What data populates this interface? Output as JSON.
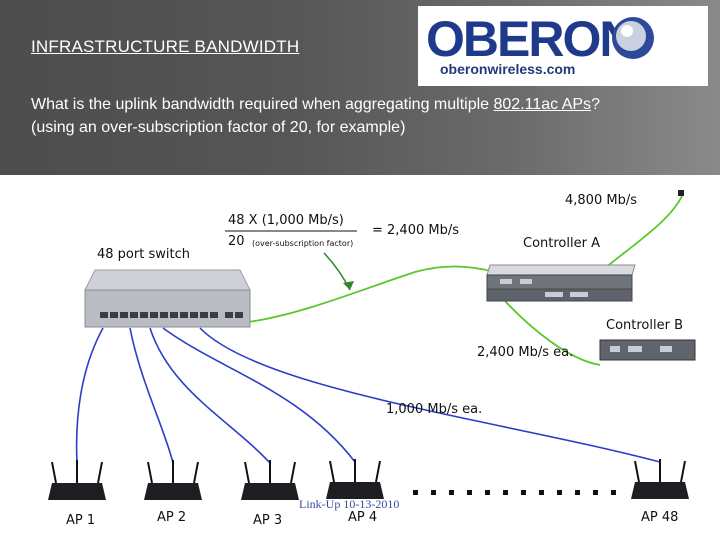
{
  "header": {
    "title": "INFRASTRUCTURE BANDWIDTH",
    "question_part1": "What is the uplink bandwidth required when aggregating multiple ",
    "question_link": "802.11ac APs",
    "question_part2": "? (using an over-subscription factor of 20, for example)",
    "logo_text": "OBERON",
    "logo_url": "oberonwireless.com"
  },
  "diagram": {
    "switch_label": "48 port switch",
    "formula_numerator": "48 X (1,000 Mb/s)",
    "formula_denominator": "20",
    "formula_note": "(over-subscription factor)",
    "formula_result": "= 2,400 Mb/s",
    "controller_a_label": "Controller A",
    "controller_b_label": "Controller B",
    "uplink_a_rate": "4,800 Mb/s",
    "uplink_each_rate": "2,400 Mb/s ea.",
    "ap_link_rate": "1,000 Mb/s ea.",
    "ap_labels": [
      "AP 1",
      "AP 2",
      "AP 3",
      "AP 4",
      "AP 48"
    ],
    "footer": "Link-Up 10-13-2010"
  }
}
